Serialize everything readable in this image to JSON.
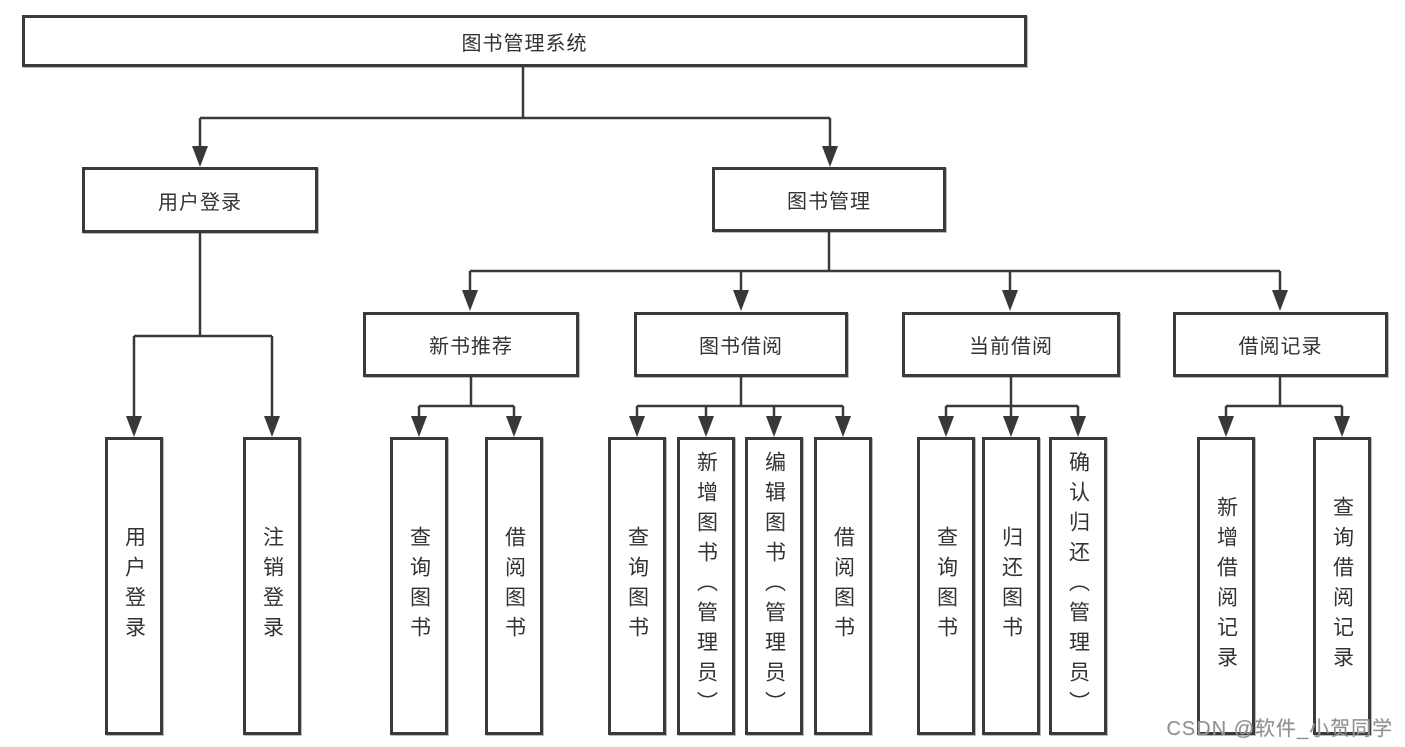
{
  "diagram": {
    "title_node": "图书管理系统",
    "nodes": {
      "root": "图书管理系统",
      "level2": [
        "用户登录",
        "图书管理"
      ],
      "level3": [
        "新书推荐",
        "图书借阅",
        "当前借阅",
        "借阅记录"
      ],
      "login_children": [
        "用户登录",
        "注销登录"
      ],
      "recommend_children": [
        "查询图书",
        "借阅图书"
      ],
      "borrow_children": [
        "查询图书",
        "新增图书（管理员）",
        "编辑图书（管理员）",
        "借阅图书"
      ],
      "current_children": [
        "查询图书",
        "归还图书",
        "确认归还（管理员）"
      ],
      "record_children": [
        "新增借阅记录",
        "查询借阅记录"
      ]
    },
    "edges": [
      {
        "from": "图书管理系统",
        "to": [
          "用户登录",
          "图书管理"
        ]
      },
      {
        "from": "用户登录",
        "to": [
          "用户登录",
          "注销登录"
        ]
      },
      {
        "from": "图书管理",
        "to": [
          "新书推荐",
          "图书借阅",
          "当前借阅",
          "借阅记录"
        ]
      },
      {
        "from": "新书推荐",
        "to": [
          "查询图书",
          "借阅图书"
        ]
      },
      {
        "from": "图书借阅",
        "to": [
          "查询图书",
          "新增图书（管理员）",
          "编辑图书（管理员）",
          "借阅图书"
        ]
      },
      {
        "from": "当前借阅",
        "to": [
          "查询图书",
          "归还图书",
          "确认归还（管理员）"
        ]
      },
      {
        "from": "借阅记录",
        "to": [
          "新增借阅记录",
          "查询借阅记录"
        ]
      }
    ]
  },
  "watermark": {
    "text": "CSDN @软件_小贺同学"
  },
  "colors": {
    "line": "#3a3a3a",
    "arrowhead": "#383838",
    "box_background": "#ffffff",
    "box_border": "#3a3a3a",
    "text": "#333333",
    "watermark_text": "#919191",
    "page_background": "#ffffff"
  }
}
